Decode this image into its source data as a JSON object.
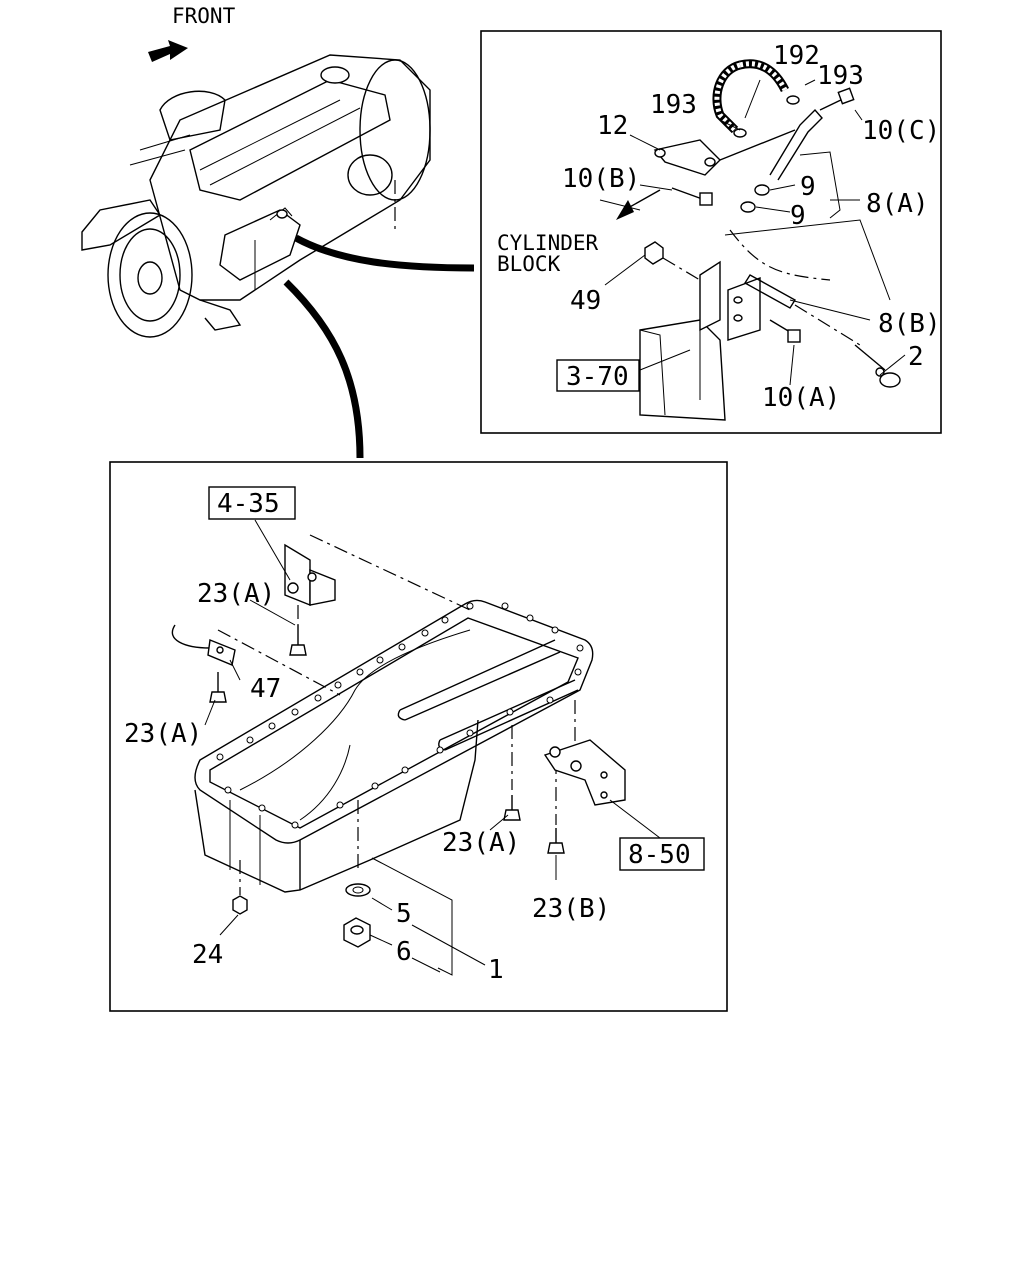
{
  "front_label": "FRONT",
  "cylinder_block_line1": "CYLINDER",
  "cylinder_block_line2": "BLOCK",
  "ref_boxes": {
    "r370": "3-70",
    "r435": "4-35",
    "r850": "8-50"
  },
  "callouts": {
    "c192": "192",
    "c193a": "193",
    "c193b": "193",
    "c12": "12",
    "c10c": "10(C)",
    "c10b": "10(B)",
    "c9a": "9",
    "c9b": "9",
    "c8a": "8(A)",
    "c49": "49",
    "c8b": "8(B)",
    "c2": "2",
    "c10a": "10(A)",
    "c23a1": "23(A)",
    "c47": "47",
    "c23a2": "23(A)",
    "c23a3": "23(A)",
    "c23b": "23(B)",
    "c5": "5",
    "c6": "6",
    "c1": "1",
    "c24": "24"
  }
}
